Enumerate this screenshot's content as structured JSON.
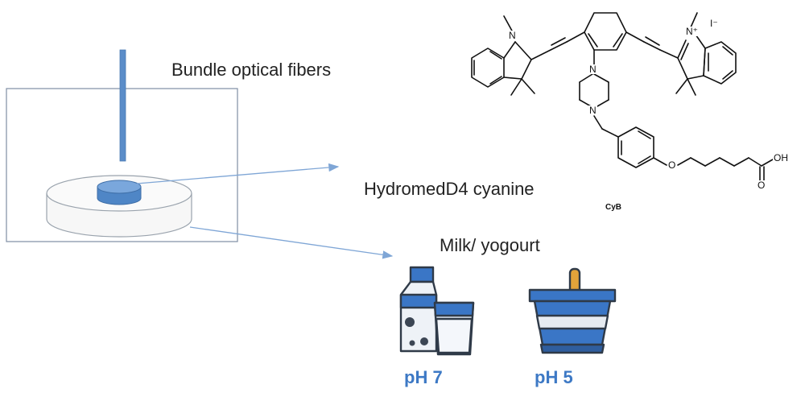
{
  "labels": {
    "bundle": "Bundle optical fibers",
    "cyanine": "HydromedD4 cyanine",
    "milk": "Milk/ yogourt",
    "ph7": "pH 7",
    "ph5": "pH 5",
    "compound": "CyB",
    "iodide": "I⁻"
  },
  "atoms": {
    "n": "N",
    "n_plus": "N⁺",
    "o": "O",
    "oh": "OH"
  },
  "icons": {
    "milk_carton": "milk-carton-icon",
    "milk_glass": "milk-glass-icon",
    "yogurt_cup": "yogurt-cup-icon"
  },
  "colors": {
    "fiber": "#5b8dc9",
    "sample": "#5b8dc9",
    "arrow": "#7fa6d6",
    "ph_text": "#3d79c5",
    "icon_blue": "#3a76c6",
    "icon_outline": "#2f3a48"
  }
}
